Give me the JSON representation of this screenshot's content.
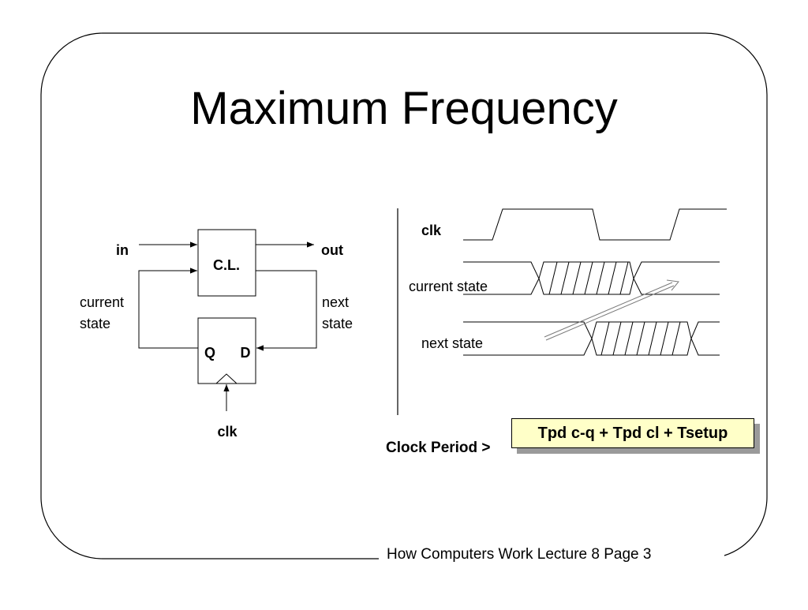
{
  "slide": {
    "title": "Maximum Frequency",
    "footer": "How Computers Work Lecture 8 Page 3"
  },
  "circuit": {
    "in_label": "in",
    "out_label": "out",
    "cl_label": "C.L.",
    "current_state_line1": "current",
    "current_state_line2": "state",
    "next_state_line1": "next",
    "next_state_line2": "state",
    "q_label": "Q",
    "d_label": "D",
    "clk_label": "clk"
  },
  "timing": {
    "clk_label": "clk",
    "current_state_label": "current state",
    "next_state_label": "next state"
  },
  "equation": {
    "lhs": "Clock Period >",
    "rhs": "Tpd c-q + Tpd cl + Tsetup"
  }
}
